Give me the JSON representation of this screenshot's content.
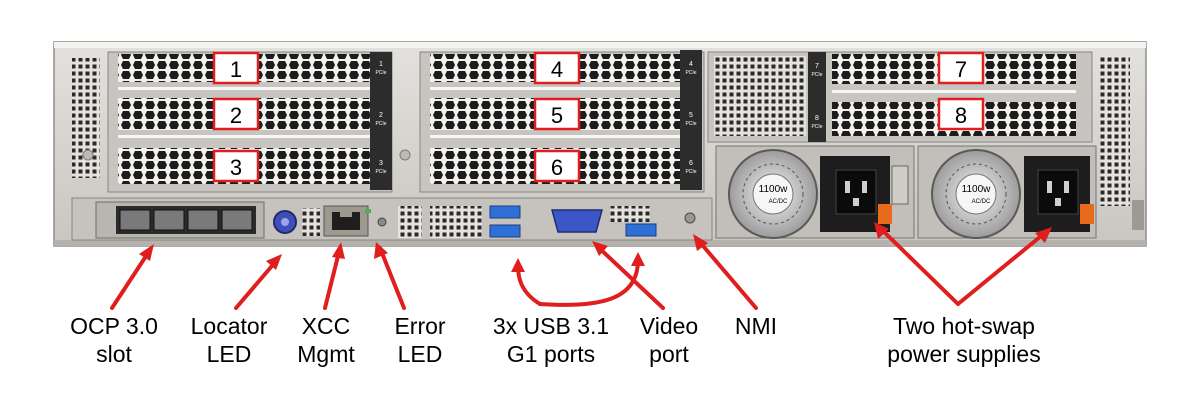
{
  "slot_numbers": [
    "1",
    "2",
    "3",
    "4",
    "5",
    "6",
    "7",
    "8"
  ],
  "riser_labels": {
    "slot1": "1",
    "slot2": "2",
    "slot3": "3",
    "slot4": "4",
    "slot5": "5",
    "slot6": "6",
    "slot7": "7",
    "slot8": "8",
    "bus": "PCIe"
  },
  "psu_rating": {
    "watts": "1100w",
    "type": "AC/DC"
  },
  "callouts": {
    "ocp": {
      "line1": "OCP 3.0",
      "line2": "slot"
    },
    "locator": {
      "line1": "Locator",
      "line2": "LED"
    },
    "xcc": {
      "line1": "XCC",
      "line2": "Mgmt"
    },
    "error": {
      "line1": "Error",
      "line2": "LED"
    },
    "usb": {
      "line1": "3x USB 3.1",
      "line2": "G1 ports"
    },
    "video": {
      "line1": "Video",
      "line2": "port"
    },
    "nmi": {
      "line1": "NMI"
    },
    "psu": {
      "line1": "Two hot-swap",
      "line2": "power supplies"
    }
  },
  "colors": {
    "callout_red": "#e01e1e",
    "chassis": "#d4d1cc",
    "vga_blue": "#3a56c8",
    "usb_blue": "#2e6fd8",
    "locator_blue": "#3f4fb7",
    "psu_handle_orange": "#e86b1d"
  }
}
